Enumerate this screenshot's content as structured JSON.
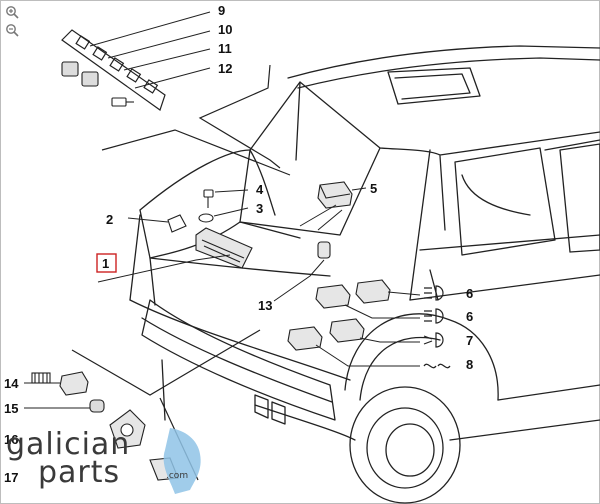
{
  "toolbar": {
    "zoom_in_icon": "zoom-in-icon",
    "zoom_out_icon": "zoom-out-icon"
  },
  "callouts": {
    "c1": "1",
    "c2": "2",
    "c3": "3",
    "c4": "4",
    "c5": "5",
    "c6a": "6",
    "c6b": "6",
    "c7": "7",
    "c8": "8",
    "c9": "9",
    "c10": "10",
    "c11": "11",
    "c12": "12",
    "c13": "13",
    "c14": "14",
    "c15": "15",
    "c16": "16",
    "c17": "17"
  },
  "highlight": {
    "callout": "1",
    "color": "#cc2222"
  },
  "watermark": {
    "line1": "galician",
    "line2": "parts",
    "suffix": ".com",
    "accent": "#8fc3e6"
  }
}
